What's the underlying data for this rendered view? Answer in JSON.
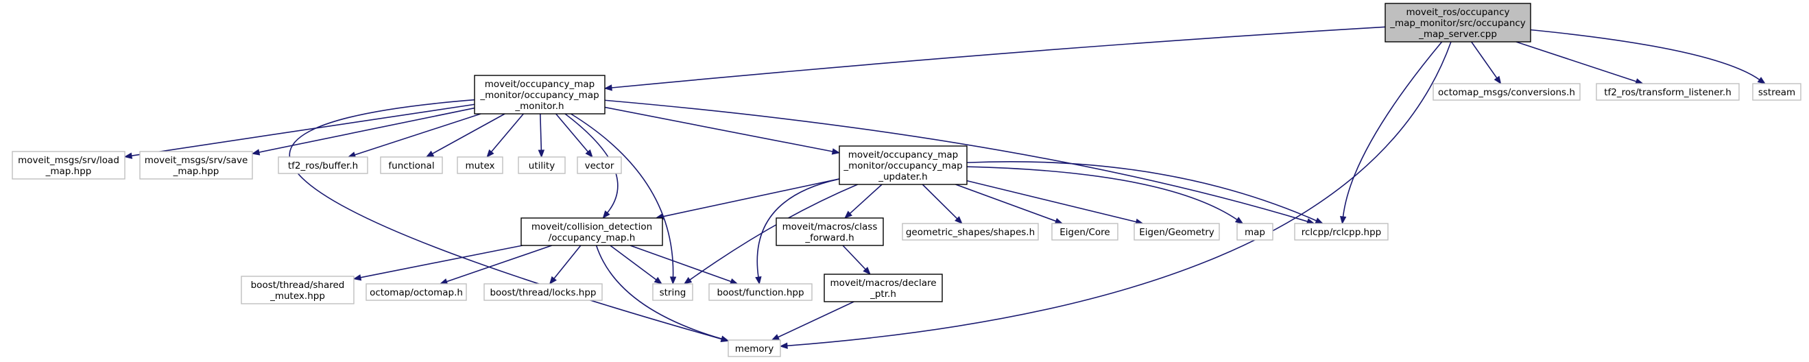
{
  "graph": {
    "nodes": {
      "server": [
        "moveit_ros/occupancy",
        "_map_monitor/src/occupancy",
        "_map_server.cpp"
      ],
      "monitor": [
        "moveit/occupancy_map",
        "_monitor/occupancy_map",
        "_monitor.h"
      ],
      "load_map": [
        "moveit_msgs/srv/load",
        "_map.hpp"
      ],
      "save_map": [
        "moveit_msgs/srv/save",
        "_map.hpp"
      ],
      "buffer": [
        "tf2_ros/buffer.h"
      ],
      "functional": [
        "functional"
      ],
      "mutex": [
        "mutex"
      ],
      "utility": [
        "utility"
      ],
      "vector": [
        "vector"
      ],
      "updater": [
        "moveit/occupancy_map",
        "_monitor/occupancy_map",
        "_updater.h"
      ],
      "collision": [
        "moveit/collision_detection",
        "/occupancy_map.h"
      ],
      "class_forward": [
        "moveit/macros/class",
        "_forward.h"
      ],
      "declare_ptr": [
        "moveit/macros/declare",
        "_ptr.h"
      ],
      "shapes": [
        "geometric_shapes/shapes.h"
      ],
      "eigen_core": [
        "Eigen/Core"
      ],
      "eigen_geometry": [
        "Eigen/Geometry"
      ],
      "map": [
        "map"
      ],
      "rclcpp": [
        "rclcpp/rclcpp.hpp"
      ],
      "conversions": [
        "octomap_msgs/conversions.h"
      ],
      "transform_listener": [
        "tf2_ros/transform_listener.h"
      ],
      "sstream": [
        "sstream"
      ],
      "shared_mutex": [
        "boost/thread/shared",
        "_mutex.hpp"
      ],
      "octomap": [
        "octomap/octomap.h"
      ],
      "locks": [
        "boost/thread/locks.hpp"
      ],
      "string": [
        "string"
      ],
      "function": [
        "boost/function.hpp"
      ],
      "memory": [
        "memory"
      ]
    },
    "colors": {
      "edge": "#191970",
      "main_fill": "#bfbfbf",
      "solid_border": "#000000",
      "external_border": "#bfbfbf"
    }
  }
}
